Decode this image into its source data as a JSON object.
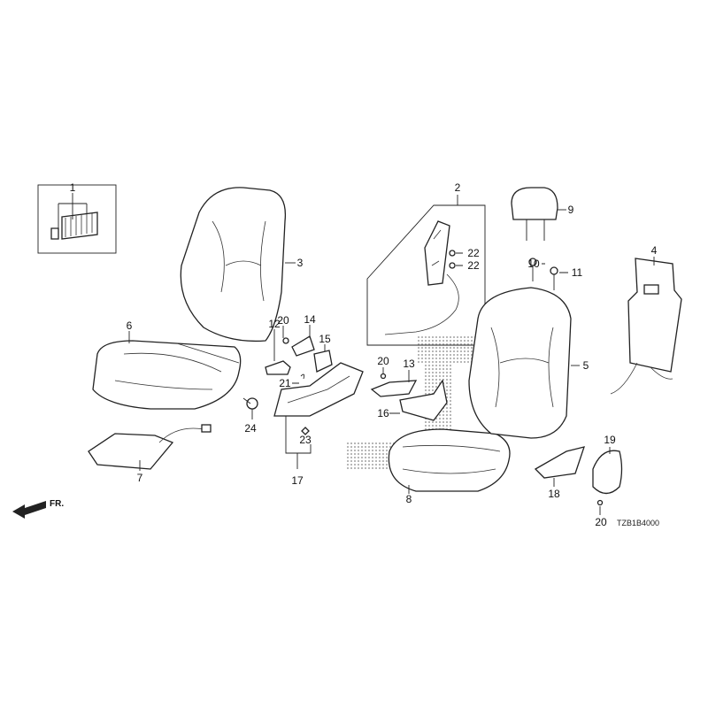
{
  "diagram": {
    "title_code": "TZB1B4000",
    "direction_label": "FR.",
    "callouts": {
      "n1": "1",
      "n2": "2",
      "n3": "3",
      "n4": "4",
      "n5": "5",
      "n6": "6",
      "n7": "7",
      "n8": "8",
      "n9": "9",
      "n10": "10",
      "n11": "11",
      "n12": "12",
      "n13": "13",
      "n14": "14",
      "n15": "15",
      "n16": "16",
      "n17": "17",
      "n18": "18",
      "n19": "19",
      "n20": "20",
      "n21": "21",
      "n22": "22",
      "n23": "23",
      "n24": "24"
    }
  }
}
